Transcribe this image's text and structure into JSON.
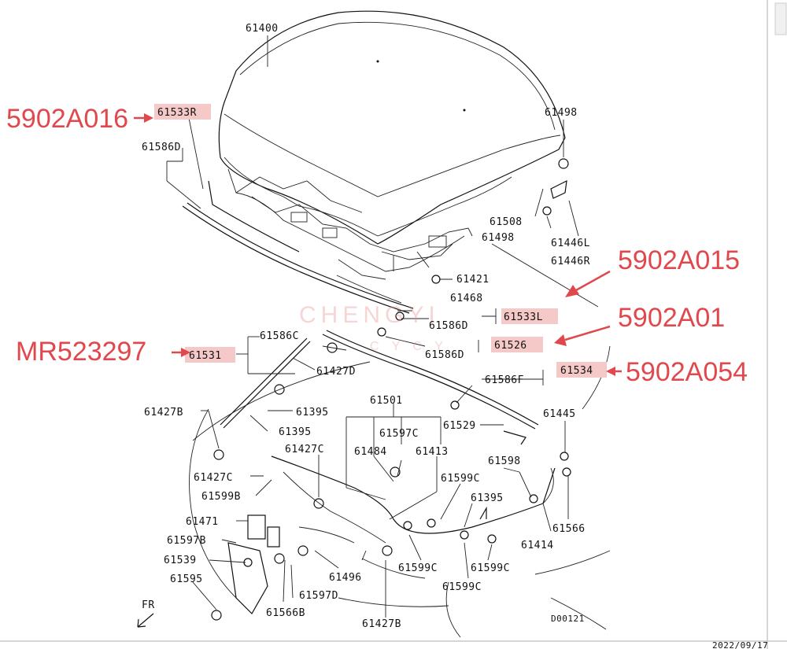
{
  "labels": {
    "p61400": "61400",
    "p61533R": "61533R",
    "p61586D_top": "61586D",
    "p61498_a": "61498",
    "p61508": "61508",
    "p61498_b": "61498",
    "p61446L": "61446L",
    "p61446R": "61446R",
    "p61421": "61421",
    "p61468": "61468",
    "p61586D_mid1": "61586D",
    "p61533L": "61533L",
    "p61526": "61526",
    "p61586D_mid2": "61586D",
    "p61586C": "61586C",
    "p61531": "61531",
    "p61427D": "61427D",
    "p61586F": "61586F",
    "p61534": "61534",
    "p61427B_left": "61427B",
    "p61395_a": "61395",
    "p61395_b": "61395",
    "p61501": "61501",
    "p61597C": "61597C",
    "p61484": "61484",
    "p61413": "61413",
    "p61529": "61529",
    "p61445": "61445",
    "p61427C_a": "61427C",
    "p61427C_b": "61427C",
    "p61599B": "61599B",
    "p61598": "61598",
    "p61599C_a": "61599C",
    "p61395_c": "61395",
    "p61566": "61566",
    "p61471": "61471",
    "p61597B": "61597B",
    "p61414": "61414",
    "p61539": "61539",
    "p61496": "61496",
    "p61599C_b": "61599C",
    "p61599C_c": "61599C",
    "p61595": "61595",
    "p61597D": "61597D",
    "p61599C_d": "61599C",
    "p61566B": "61566B",
    "p61427B_bottom": "61427B",
    "fr": "FR",
    "code": "D00121",
    "date_fragment": "2022/09/17"
  },
  "callouts": {
    "c1": "5902A016",
    "c2": "5902A015",
    "c3": "5902A01",
    "c4": "MR523297",
    "c5": "5902A054"
  },
  "watermark": "CHENGYI",
  "watermark_sub": "C Y C Y",
  "colors": {
    "callout": "#e0484d",
    "highlight": "#f6c9c9"
  }
}
